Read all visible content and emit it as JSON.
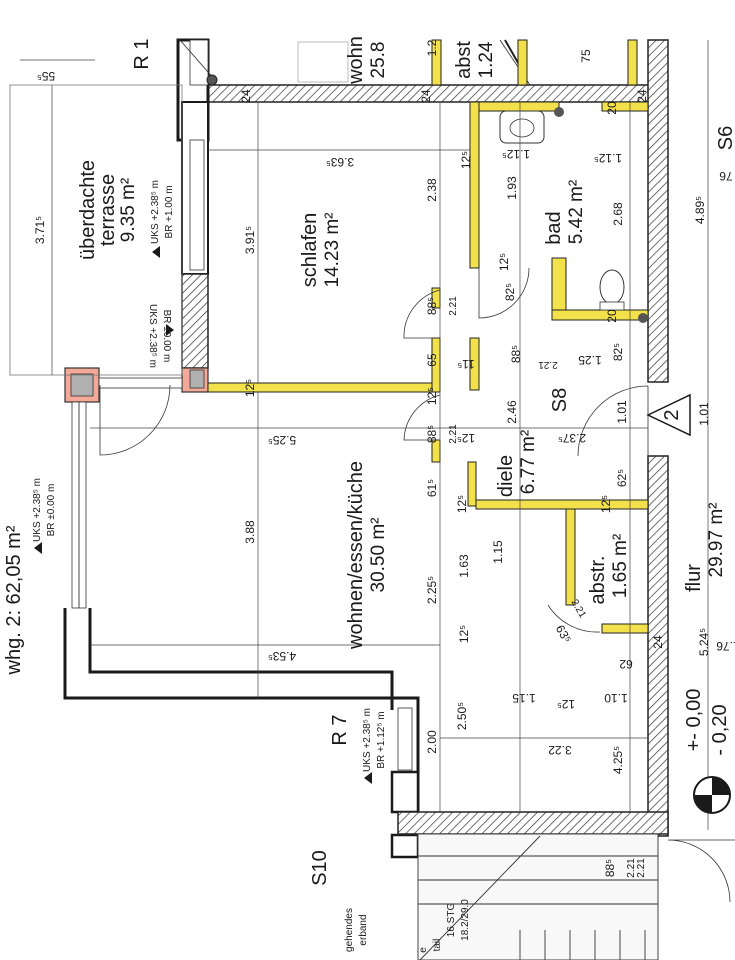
{
  "rooms": {
    "schlafen": {
      "name": "schlafen",
      "area": "14.23 m²"
    },
    "terrasse": {
      "name1": "überdachte",
      "name2": "terrasse",
      "area": "9.35 m²"
    },
    "wohnen": {
      "name": "wohnen/essen/küche",
      "area": "30.50 m²"
    },
    "bad": {
      "name": "bad",
      "area": "5.42 m²"
    },
    "diele": {
      "name": "diele",
      "area": "6.77 m²"
    },
    "abstr": {
      "name": "abstr.",
      "area": "1.65 m²"
    },
    "flur": {
      "name": "flur",
      "area": "29.97 m²"
    },
    "wohn_top": {
      "name": "wohn",
      "area": "25.8"
    },
    "abst_top": {
      "name": "abst",
      "area": "1.24"
    }
  },
  "unit": {
    "title": "whg. 2: 62,05 m²"
  },
  "levels": {
    "terrasse_uks": "UKS  +2.38⁵ m",
    "terrasse_br": "BR   +1.00 m",
    "door_br": "BR  ±0.00 m",
    "door_uks": "UKS  +2.38⁵ m",
    "unit_uks": "UKS  +2.38⁵ m",
    "unit_br": "BR   ±0.00 m",
    "r7_uks": "UKS  +2.38⁵ m",
    "r7_br": "BR   +1.12⁵ m",
    "elev_zero": "+- 0,00",
    "elev_neg": "- 0,20"
  },
  "labels": {
    "r1": "R 1",
    "r7": "R 7",
    "s6": "S6",
    "s8": "S8",
    "s10": "S10",
    "triangle": "2",
    "stg1": "16 STG",
    "stg2": "18.2/29.0",
    "verband1": "gehendes",
    "verband2": "erband",
    "detail": "tail",
    "e": "e"
  },
  "dimensions": {
    "d55": "55⁵",
    "d371": "3.71⁵",
    "d363": "3.63⁵",
    "d391": "3.91⁵",
    "d525": "5.25⁵",
    "d388": "3.88",
    "d453": "4.53⁵",
    "d238a": "2.38",
    "d193": "1.93",
    "d268": "2.68",
    "d489": "4.89⁵",
    "d24a": "24",
    "d24b": "24",
    "d24c": "24",
    "d24d": "24",
    "d20a": "20",
    "d20b": "20",
    "d12a": "12⁵",
    "d112a": "1.12⁵",
    "d112b": "1.12⁵",
    "d885a": "88⁵",
    "d221a": "2.21",
    "d825a": "82⁵",
    "d125b": "12⁵",
    "d65": "65",
    "d115a": "11⁵",
    "d885b": "88⁵",
    "d125c": "1.25",
    "d825b": "82⁵",
    "d246": "2.46",
    "d237": "2.37⁵",
    "d101a": "1.01",
    "d101b": "1.01",
    "d885c": "88⁵",
    "d221b": "2.21",
    "d615": "61⁵",
    "d625": "62⁵",
    "d115b": "1.15",
    "d163": "1.63",
    "d225": "2.25⁵",
    "d125d": "12⁵",
    "d221c": "2.21",
    "d635": "63⁵",
    "d524": "5.24⁵",
    "d62": "62",
    "d115c": "1.15",
    "d110": "1.10",
    "d250": "2.50⁵",
    "d200": "2.00",
    "d322": "3.22",
    "d425": "4.25⁵",
    "d885d": "88⁵",
    "d221d": "2.21",
    "d75": "75",
    "d12top": "1.2",
    "d176a": "76",
    "d176b": "1.76",
    "d125e": "12⁵",
    "d125f": "12⁵",
    "d125g": "12⁵",
    "d125h": "12⁵",
    "d125i": "12⁵",
    "d125j": "12⁵",
    "d221e": "2.21",
    "d221f": "2.21"
  }
}
